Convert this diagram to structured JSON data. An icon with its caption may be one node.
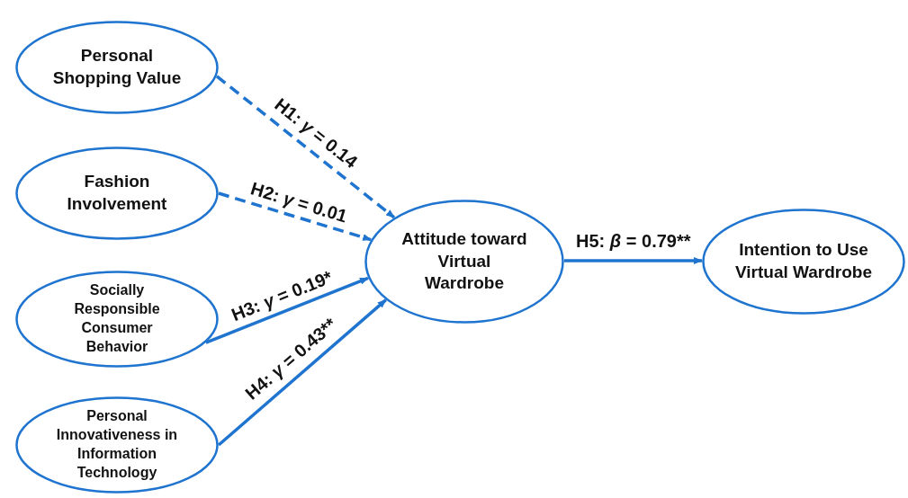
{
  "diagram": {
    "nodes": [
      {
        "text": [
          "Personal Shopping Value"
        ]
      },
      {
        "text": [
          "Fashion Involvement"
        ]
      },
      {
        "text": [
          "Socially Responsible Consumer Behavior"
        ]
      },
      {
        "text": [
          "Personal Innovativeness in Information Technology"
        ]
      },
      {
        "text": [
          "Attitude toward Virtual Wardrobe"
        ]
      },
      {
        "text": [
          "Intention to Use Virtual Wardrobe"
        ]
      }
    ],
    "edges": [
      {
        "from": 0,
        "to": 4,
        "arrow": "to",
        "label": "H1: *γ* = 0.14",
        "style": "dashed"
      },
      {
        "from": 1,
        "to": 4,
        "arrow": "to",
        "label": "H2: *γ* = 0.01",
        "style": "dashed"
      },
      {
        "from": 2,
        "to": 4,
        "arrow": "to",
        "label": "H3: *γ* = 0.19*"
      },
      {
        "from": 3,
        "to": 4,
        "arrow": "to",
        "label": "H4: *γ* = 0.43**"
      },
      {
        "from": 4,
        "to": 5,
        "arrow": "to",
        "label": "H5: *β* = 0.79**"
      }
    ]
  }
}
